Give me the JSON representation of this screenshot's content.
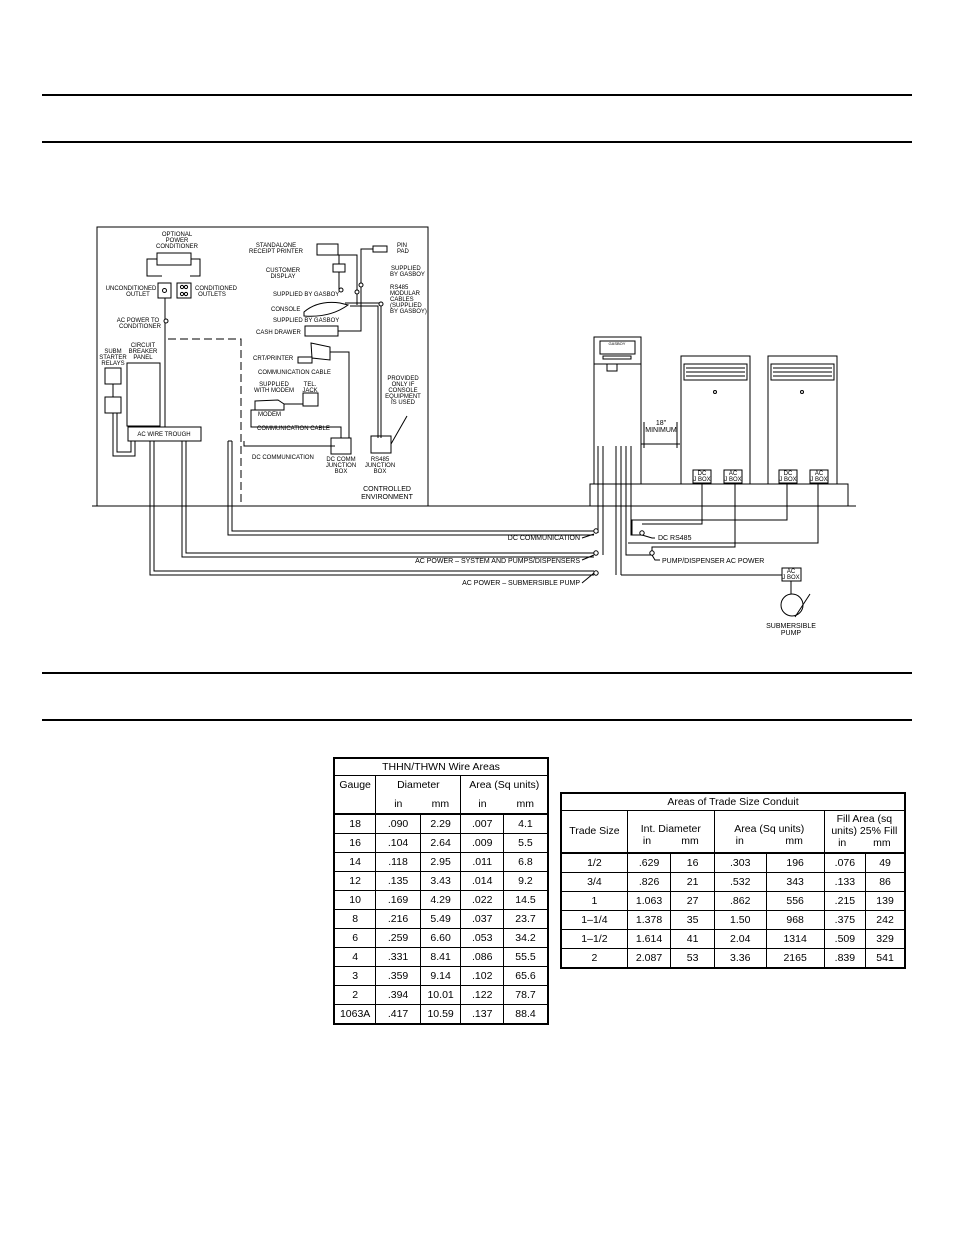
{
  "diagram": {
    "left_labels": {
      "optional_conditioner": [
        "OPTIONAL",
        "POWER",
        "CONDITIONER"
      ],
      "unconditioned_outlet": [
        "UNCONDITIONED",
        "OUTLET"
      ],
      "conditioned_outlets": [
        "CONDITIONED",
        "OUTLETS"
      ],
      "ac_power_to_conditioner": [
        "AC POWER TO",
        "CONDITIONER"
      ],
      "subm_starter_relays": [
        "SUBM",
        "STARTER",
        "RELAYS"
      ],
      "circuit_breaker_panel": [
        "CIRCUIT",
        "BREAKER",
        "PANEL"
      ],
      "ac_wire_trough": "AC WIRE TROUGH"
    },
    "middle_labels": {
      "standalone_printer": [
        "STANDALONE",
        "RECEIPT PRINTER"
      ],
      "pin_pad": [
        "PIN",
        "PAD"
      ],
      "customer_display": [
        "CUSTOMER",
        "DISPLAY"
      ],
      "supplied_by_gasboy_right": [
        "SUPPLIED",
        "BY GASBOY"
      ],
      "supplied_by_gasboy_1": "SUPPLIED BY GASBOY",
      "rs485_cables": [
        "RS485",
        "MODULAR",
        "CABLES",
        "(SUPPLIED",
        "BY GASBOY)"
      ],
      "console": "CONSOLE",
      "supplied_by_gasboy_2": "SUPPLIED BY GASBOY",
      "cash_drawer": "CASH DRAWER",
      "crt_printer": "CRT/PRINTER",
      "communication_cable_1": "COMMUNICATION CABLE",
      "supplied_with_modem": [
        "SUPPLIED",
        "WITH MODEM"
      ],
      "tel_jack": [
        "TEL.",
        "JACK"
      ],
      "modem": "MODEM",
      "communication_cable_2": "COMMUNICATION CABLE",
      "provided_only": [
        "PROVIDED",
        "ONLY IF",
        "CONSOLE",
        "EQUIPMENT",
        "IS USED"
      ],
      "dc_communication_inside": "DC COMMUNICATION",
      "dc_comm_junction_box": [
        "DC COMM",
        "JUNCTION",
        "BOX"
      ],
      "rs485_junction_box": [
        "RS485",
        "JUNCTION",
        "BOX"
      ],
      "controlled_environment": [
        "CONTROLLED",
        "ENVIRONMENT"
      ]
    },
    "right_labels": {
      "min_distance": [
        "18\"",
        "MINIMUM"
      ],
      "dc_jbox": [
        "DC",
        "J BOX"
      ],
      "ac_jbox": [
        "AC",
        "J BOX"
      ],
      "gasboy": "GASBOY",
      "submersible_pump": [
        "SUBMERSIBLE",
        "PUMP"
      ]
    },
    "bottom_labels": {
      "dc_communication": "DC COMMUNICATION",
      "dc_rs485": "DC RS485",
      "ac_power_system": "AC POWER – SYSTEM AND PUMPS/DISPENSERS",
      "pump_dispenser_ac": "PUMP/DISPENSER AC POWER",
      "ac_power_submersible": "AC POWER – SUBMERSIBLE PUMP"
    }
  },
  "wire_table": {
    "title": "THHN/THWN Wire Areas",
    "headers": {
      "gauge": "Gauge",
      "diameter": "Diameter",
      "area": "Area (Sq units)",
      "in": "in",
      "mm": "mm"
    },
    "rows": [
      [
        "18",
        ".090",
        "2.29",
        ".007",
        "4.1"
      ],
      [
        "16",
        ".104",
        "2.64",
        ".009",
        "5.5"
      ],
      [
        "14",
        ".118",
        "2.95",
        ".011",
        "6.8"
      ],
      [
        "12",
        ".135",
        "3.43",
        ".014",
        "9.2"
      ],
      [
        "10",
        ".169",
        "4.29",
        ".022",
        "14.5"
      ],
      [
        "8",
        ".216",
        "5.49",
        ".037",
        "23.7"
      ],
      [
        "6",
        ".259",
        "6.60",
        ".053",
        "34.2"
      ],
      [
        "4",
        ".331",
        "8.41",
        ".086",
        "55.5"
      ],
      [
        "3",
        ".359",
        "9.14",
        ".102",
        "65.6"
      ],
      [
        "2",
        ".394",
        "10.01",
        ".122",
        "78.7"
      ],
      [
        "1063A",
        ".417",
        "10.59",
        ".137",
        "88.4"
      ]
    ]
  },
  "conduit_table": {
    "title": "Areas of Trade Size Conduit",
    "headers": {
      "trade_size": "Trade Size",
      "int_diameter": "Int. Diameter",
      "area": "Area (Sq units)",
      "fill_area": "Fill Area (sq units) 25% Fill",
      "in": "in",
      "mm": "mm"
    },
    "rows": [
      [
        "1/2",
        ".629",
        "16",
        ".303",
        "196",
        ".076",
        "49"
      ],
      [
        "3/4",
        ".826",
        "21",
        ".532",
        "343",
        ".133",
        "86"
      ],
      [
        "1",
        "1.063",
        "27",
        ".862",
        "556",
        ".215",
        "139"
      ],
      [
        "1–1/4",
        "1.378",
        "35",
        "1.50",
        "968",
        ".375",
        "242"
      ],
      [
        "1–1/2",
        "1.614",
        "41",
        "2.04",
        "1314",
        ".509",
        "329"
      ],
      [
        "2",
        "2.087",
        "53",
        "3.36",
        "2165",
        ".839",
        "541"
      ]
    ]
  }
}
